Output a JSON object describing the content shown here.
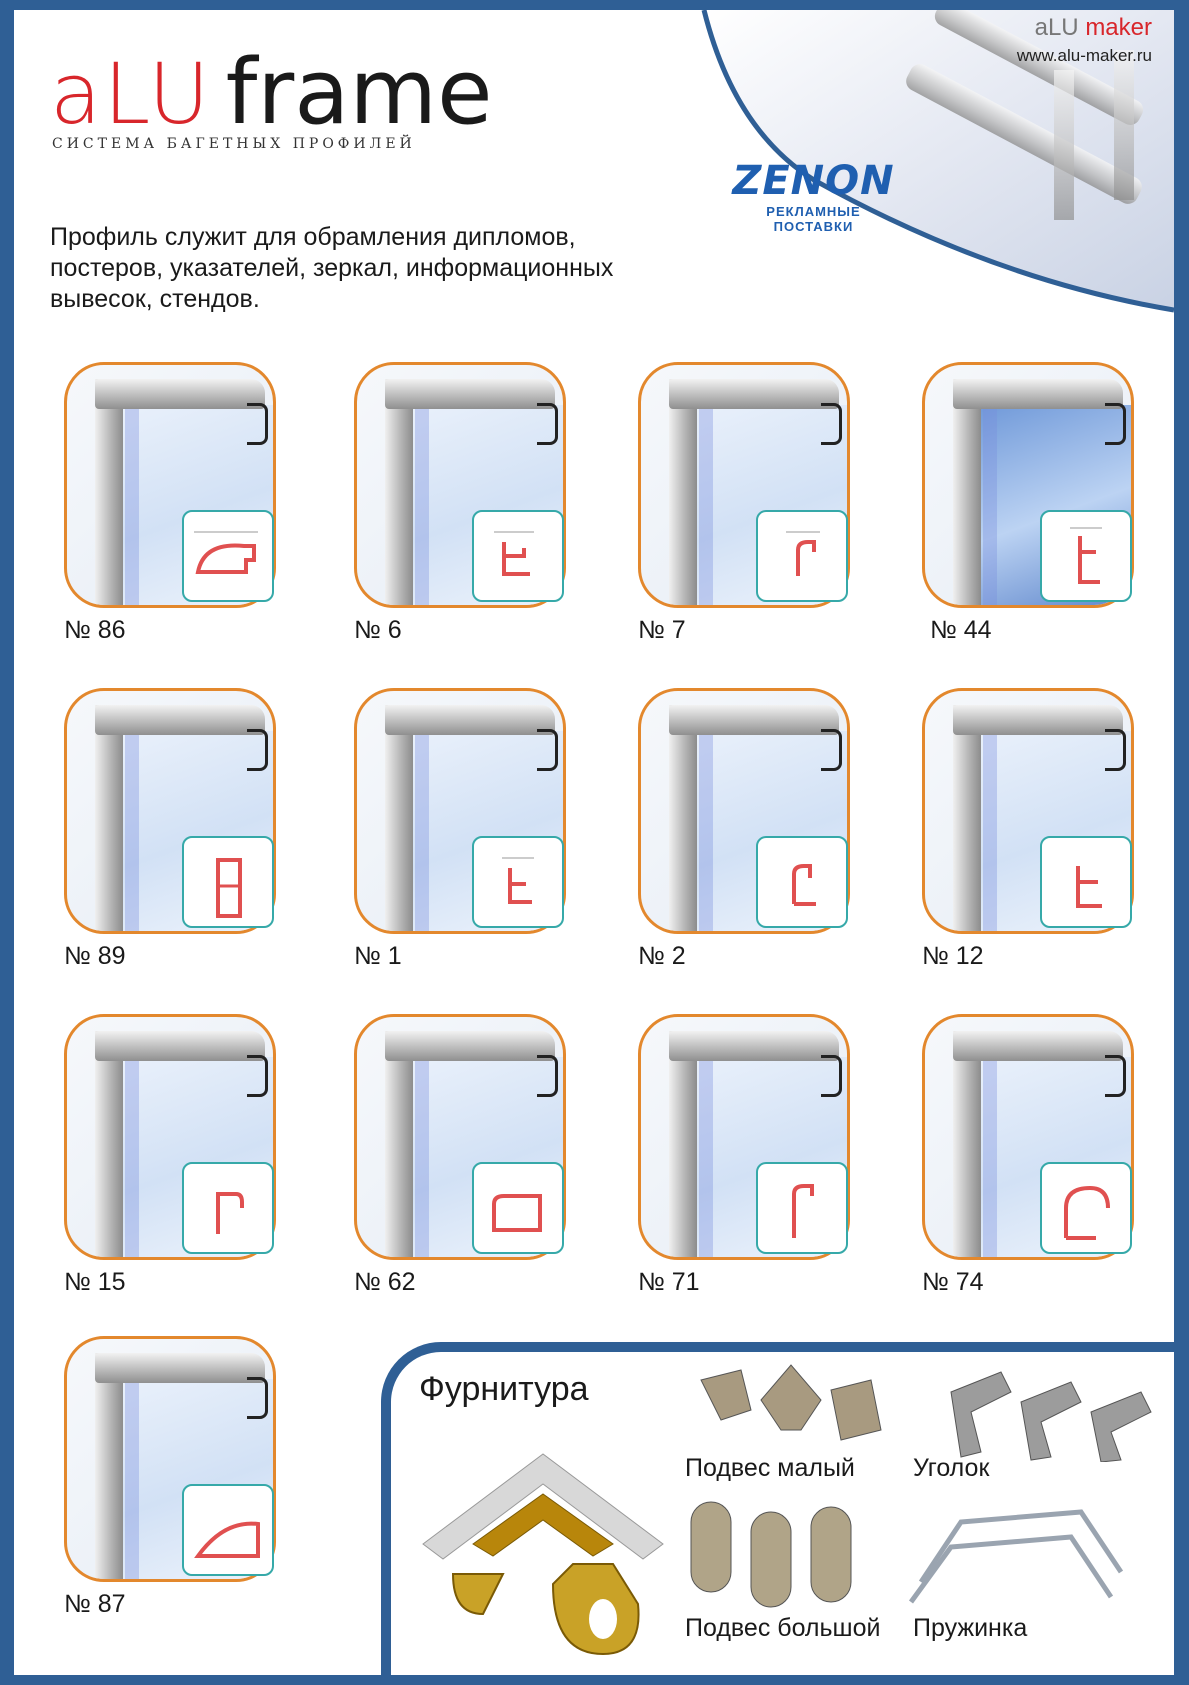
{
  "header": {
    "logo_alu": "aLU",
    "logo_frame": "frame",
    "tagline": "СИСТЕМА БАГЕТНЫХ ПРОФИЛЕЙ"
  },
  "brand": {
    "logo_prefix": "aLU",
    "logo_suffix": "maker",
    "url": "www.alu-maker.ru"
  },
  "partner": {
    "name": "ZENON",
    "subtitle": "РЕКЛАМНЫЕ ПОСТАВКИ"
  },
  "intro": "Профиль служит для обрамления дипломов, постеров, указателей, зеркал, информационных вывесок, стендов.",
  "profiles": [
    {
      "label": "№ 86"
    },
    {
      "label": "№ 6"
    },
    {
      "label": "№ 7"
    },
    {
      "label": "№ 44"
    },
    {
      "label": "№ 89"
    },
    {
      "label": "№ 1"
    },
    {
      "label": "№ 2"
    },
    {
      "label": "№ 12"
    },
    {
      "label": "№ 15"
    },
    {
      "label": "№ 62"
    },
    {
      "label": "№ 71"
    },
    {
      "label": "№ 74"
    },
    {
      "label": "№ 87"
    }
  ],
  "hardware": {
    "title": "Фурнитура",
    "items": [
      {
        "label": "Подвес малый"
      },
      {
        "label": "Уголок"
      },
      {
        "label": "Подвес большой"
      },
      {
        "label": "Пружинка"
      }
    ]
  },
  "colors": {
    "brand_red": "#d8262b",
    "page_blue": "#2f5f95",
    "card_orange": "#e3882d",
    "diagram_teal": "#36a9a9",
    "profile_red": "#e05050"
  }
}
